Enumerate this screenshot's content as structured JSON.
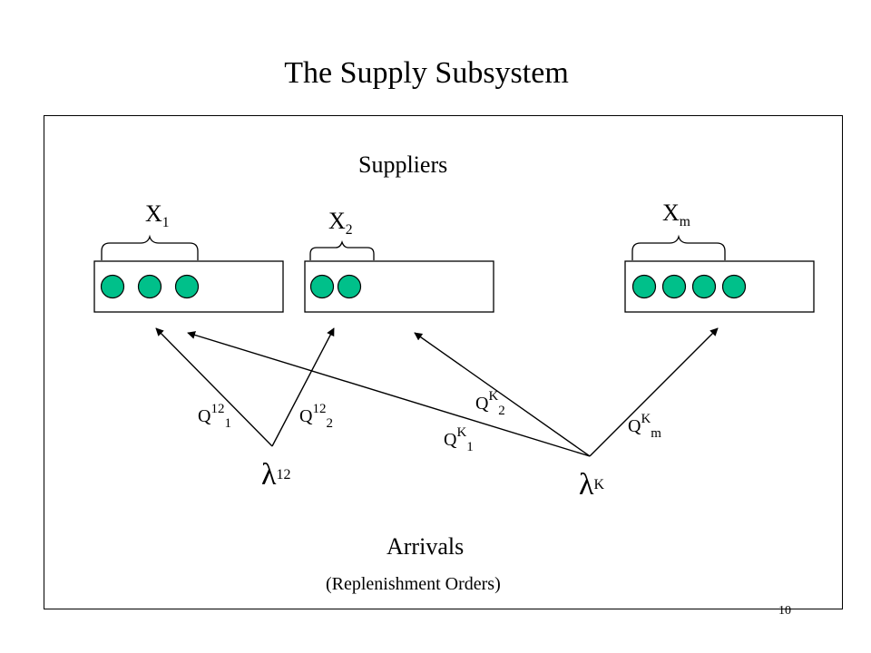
{
  "title": "The Supply Subsystem",
  "suppliers_label": "Suppliers",
  "arrivals_label": "Arrivals",
  "arrivals_sub": "(Replenishment Orders)",
  "page_number": "10",
  "groups": [
    {
      "base": "X",
      "sub": "1"
    },
    {
      "base": "X",
      "sub": "2"
    },
    {
      "base": "X",
      "sub": "m"
    }
  ],
  "sources": [
    {
      "symbol": "λ",
      "sup": "12"
    },
    {
      "symbol": "λ",
      "sup": "K"
    }
  ],
  "flows": [
    {
      "base": "Q",
      "sup": "12",
      "sub": "1"
    },
    {
      "base": "Q",
      "sup": "12",
      "sub": "2"
    },
    {
      "base": "Q",
      "sup": "K",
      "sub": "2"
    },
    {
      "base": "Q",
      "sup": "K",
      "sub": "1"
    },
    {
      "base": "Q",
      "sup": "K",
      "sub": "m"
    }
  ],
  "circle_counts": [
    3,
    2,
    4
  ],
  "colors": {
    "circle_fill": "#00c08a",
    "line": "#000000"
  }
}
